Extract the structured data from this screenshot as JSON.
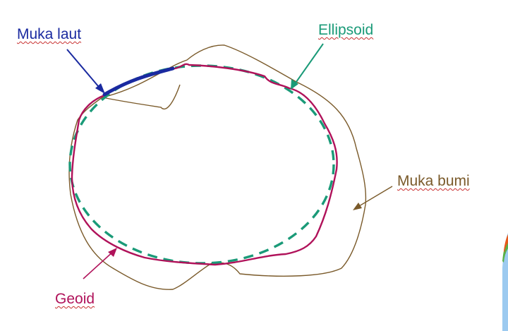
{
  "labels": {
    "muka_laut": "Muka laut",
    "ellipsoid": "Ellipsoid",
    "muka_bumi": "Muka bumi",
    "geoid": "Geoid"
  },
  "colors": {
    "muka_laut": "#1a2aa0",
    "ellipsoid": "#1a9a78",
    "muka_bumi": "#7a5a2a",
    "geoid": "#b0125a",
    "underline": "#c83030",
    "corner_orange": "#e8581a",
    "corner_green": "#58b048",
    "corner_blue": "#9ccaf0"
  }
}
